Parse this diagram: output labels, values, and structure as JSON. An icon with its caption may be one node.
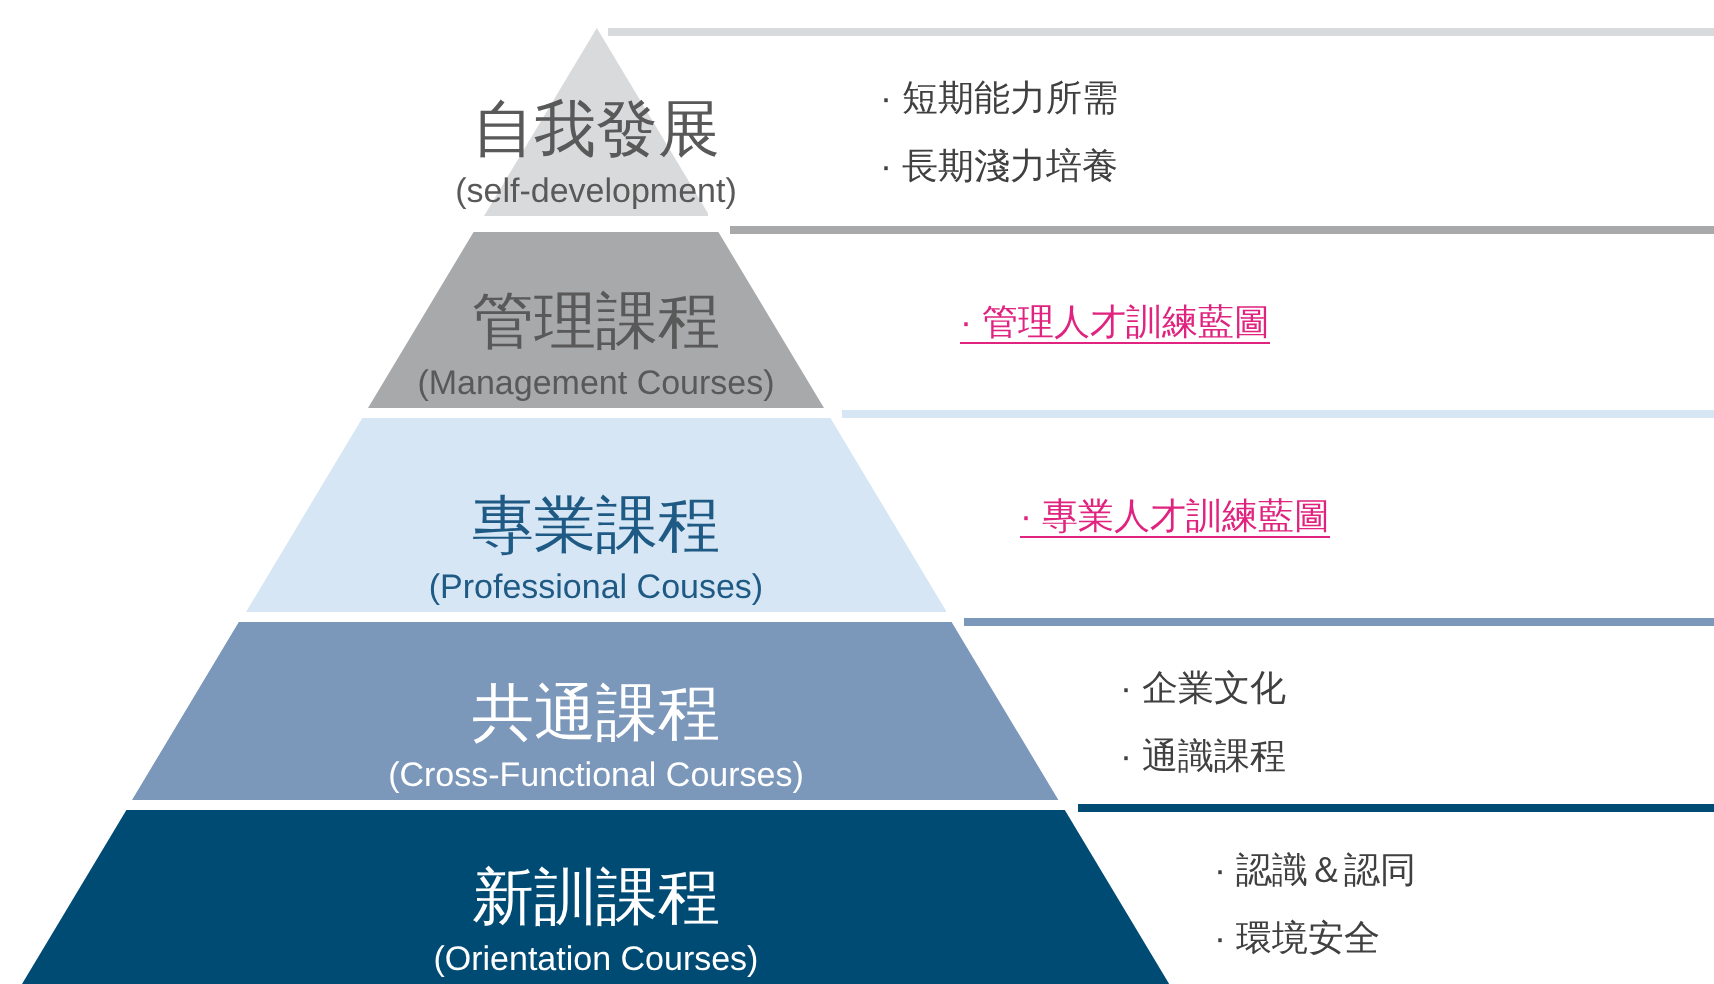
{
  "diagram": {
    "nodes": [
      {
        "text": [
          "自我發展",
          "(self-development)"
        ],
        "beside": [
          "· 短期能力所需",
          "· 長期淺力培養"
        ]
      },
      {
        "text": [
          "管理課程",
          "(Management Courses)"
        ]
      },
      {
        "text": [
          "專業課程",
          "(Professional Couses)"
        ],
        "beside": [
          "· 專業人才訓練藍圖"
        ]
      },
      {
        "text": [
          "共通課程",
          "(Cross-Functional Courses)"
        ],
        "beside": [
          "· 企業文化",
          "· 通識課程"
        ]
      },
      {
        "text": [
          "新訓課程",
          "(Orientation Courses)"
        ],
        "beside": [
          "· 認識＆認同",
          "· 環境安全"
        ]
      }
    ],
    "labels": [
      "· 管理人才訓練藍圖"
    ]
  }
}
